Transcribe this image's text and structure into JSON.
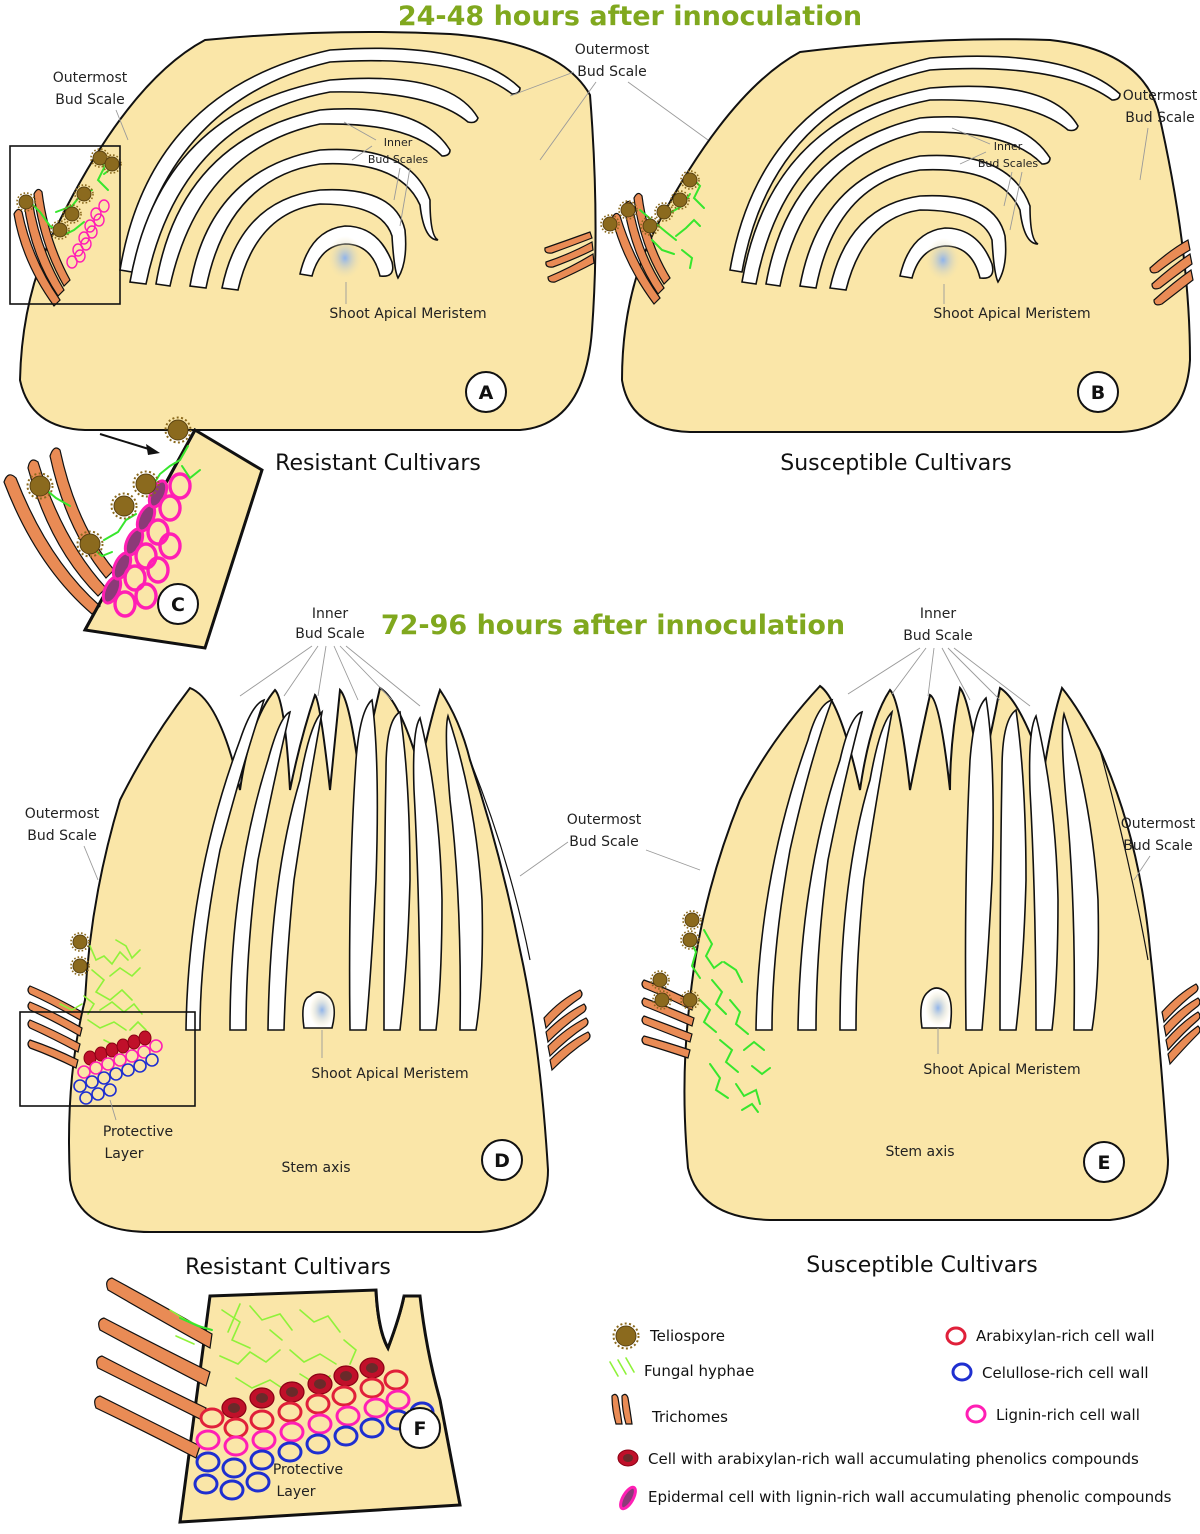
{
  "titles": {
    "top": "24-48 hours after innoculation",
    "bottom": "72-96 hours after innoculation",
    "color": "#80a81e"
  },
  "panels": {
    "A": "A",
    "B": "B",
    "C": "C",
    "D": "D",
    "E": "E",
    "F": "F"
  },
  "labels": {
    "outermost_line1": "Outermost",
    "outermost_line2": "Bud Scale",
    "inner_line1": "Inner",
    "inner_line2": "Bud Scales",
    "inner_scale_line2": "Bud Scale",
    "sam": "Shoot Apical Meristem",
    "stem_axis": "Stem axis",
    "protective_line1": "Protective",
    "protective_line2": "Layer"
  },
  "captions": {
    "resistant": "Resistant Cultivars",
    "susceptible": "Susceptible Cultivars"
  },
  "legend": {
    "teliospore": "Teliospore",
    "hyphae": "Fungal hyphae",
    "trichomes": "Trichomes",
    "arabixylan": "Arabixylan-rich cell wall",
    "cellulose": "Celullose-rich cell wall",
    "lignin": "Lignin-rich  cell wall",
    "phenolic_cell": "Cell with arabixylan-rich wall  accumulating phenolics compounds",
    "epidermal_cell": "Epidermal cell with lignin-rich wall accumulating phenolic compounds"
  },
  "colors": {
    "tissue": "#fae6a8",
    "hyphae": "#37e62d",
    "trichome": "#e98b55",
    "teliospore": "#8b6a1e",
    "arabixylan": "#e0203a",
    "cellulose": "#1f2fd0",
    "lignin": "#ff1fb4",
    "meristem": "#8fb4ec"
  }
}
